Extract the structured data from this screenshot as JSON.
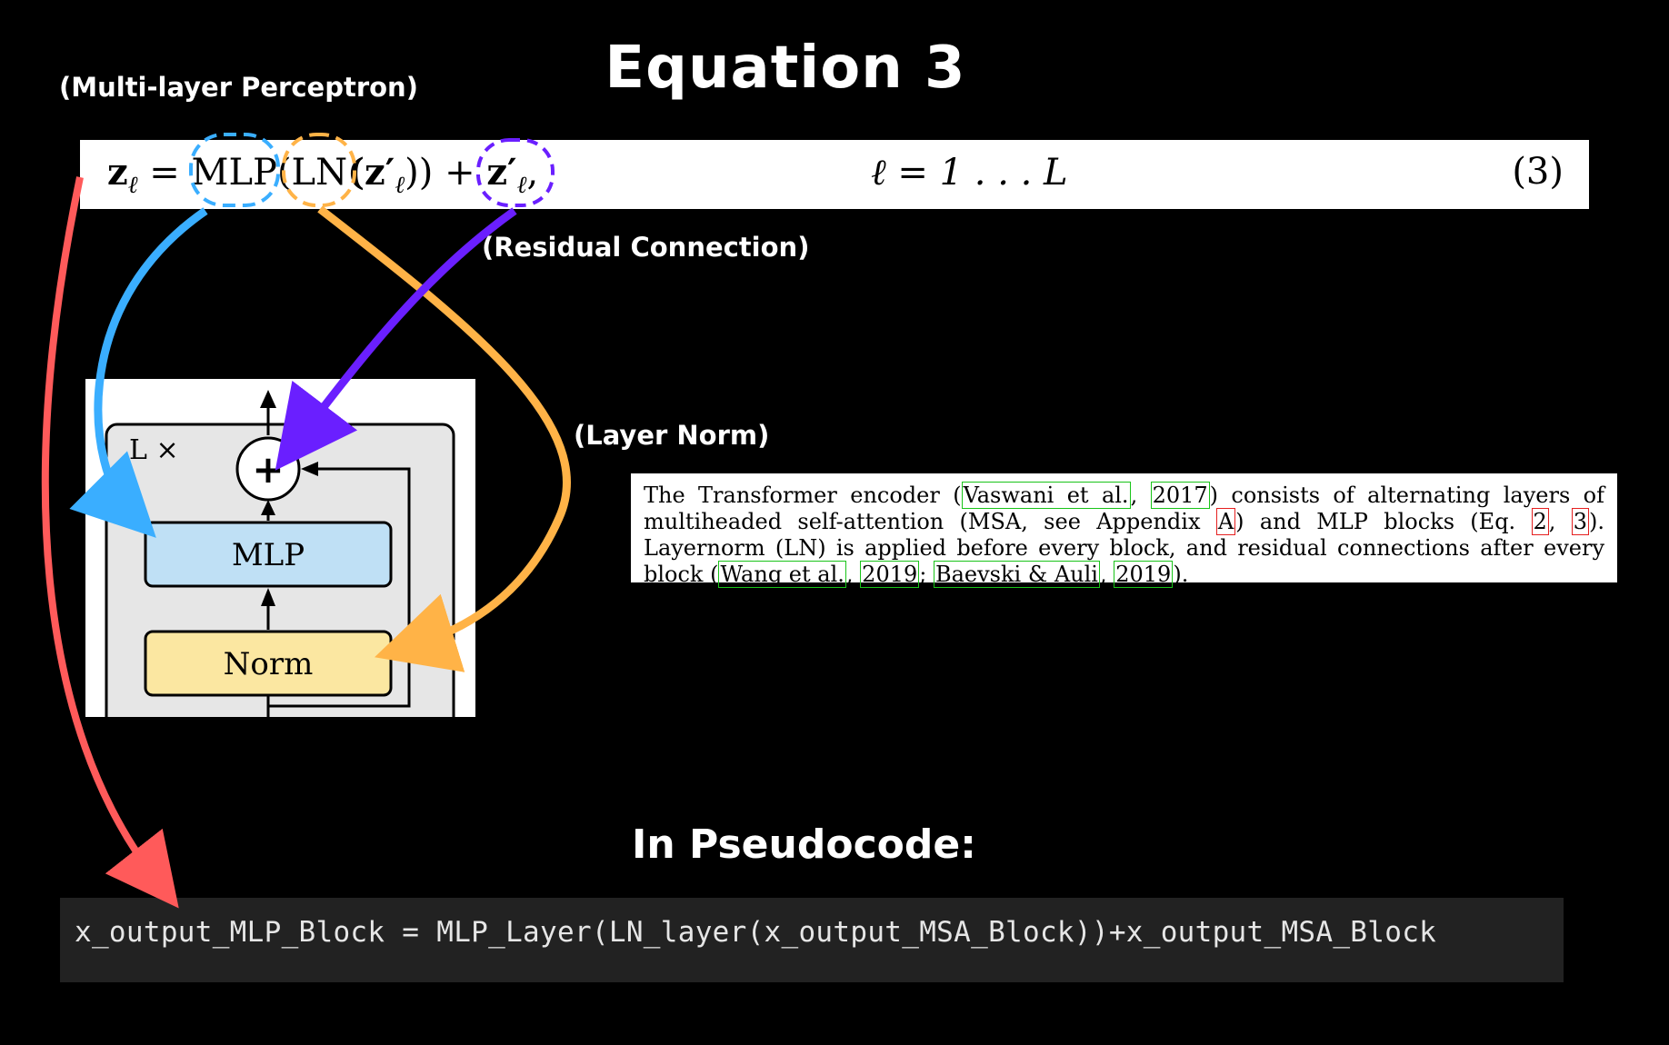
{
  "title": "Equation 3",
  "labels": {
    "mlp": "(Multi-layer Perceptron)",
    "residual": "(Residual Connection)",
    "layernorm": "(Layer Norm)"
  },
  "equation": {
    "lhs": "z",
    "lhs_sub": "ℓ",
    "eq": " = ",
    "mlp": "MLP",
    "ln": "(LN",
    "arg": "(z′",
    "arg_sub": "ℓ",
    "close": "))",
    "plus": " + ",
    "res": "z′",
    "res_sub": "ℓ",
    "comma": ",",
    "index": "ℓ = 1 . . . L",
    "number": "(3)"
  },
  "figure": {
    "repeat_label": "L ×",
    "plus_symbol": "+",
    "mlp_block": "MLP",
    "norm_block": "Norm"
  },
  "paragraph": {
    "t1": "The Transformer encoder (",
    "r1": "Vaswani et al.",
    "t2": ", ",
    "r2": "2017",
    "t3": ") consists of alternating layers of multiheaded self-attention (MSA, see Appendix ",
    "r3": "A",
    "t4": ") and MLP blocks (Eq. ",
    "r4": "2",
    "t5": ", ",
    "r5": "3",
    "t6": "). Layernorm (LN) is applied before every block, and residual connections after every block (",
    "r6": "Wang et al.",
    "t7": ", ",
    "r7": "2019",
    "t8": "; ",
    "r8": "Baevski & Auli",
    "t9": ", ",
    "r9": "2019",
    "t10": ")."
  },
  "pseudocode": {
    "title": "In Pseudocode:",
    "code": "x_output_MLP_Block = MLP_Layer(LN_layer(x_output_MSA_Block))+x_output_MSA_Block"
  },
  "colors": {
    "mlp": "#3aaeff",
    "layernorm": "#ffb347",
    "residual": "#6a1fff",
    "output": "#ff5a5a",
    "mlp_block": "#bfe0f5",
    "norm_block": "#fbe7a1"
  }
}
